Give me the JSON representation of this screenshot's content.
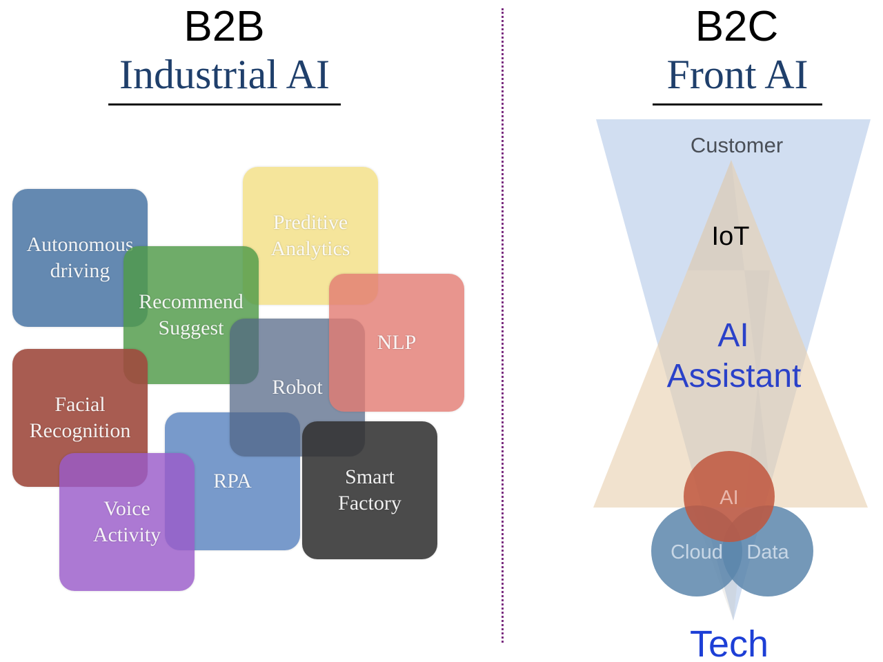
{
  "left": {
    "heading": "B2B",
    "subheading": "Industrial AI",
    "tiles": {
      "autonomous": [
        "Autonomous",
        "driving"
      ],
      "predictive": [
        "Preditive",
        "Analytics"
      ],
      "recommend": [
        "Recommend",
        "Suggest"
      ],
      "nlp": [
        "NLP"
      ],
      "robot": [
        "Robot"
      ],
      "facial": [
        "Facial",
        "Recognition"
      ],
      "rpa": [
        "RPA"
      ],
      "smart": [
        "Smart",
        "Factory"
      ],
      "voice": [
        "Voice",
        "Activity"
      ]
    },
    "colors": {
      "autonomous": "#4f79a6",
      "predictive": "#f3e08a",
      "recommend": "#4f9a48",
      "nlp": "#e27a72",
      "robot": "#5f7593",
      "facial": "#9e4a3e",
      "rpa": "#6b8fc4",
      "smart": "#3f3f3f",
      "voice": "#9a5cc9"
    }
  },
  "right": {
    "heading": "B2C",
    "subheading": "Front AI",
    "customer": "Customer",
    "iot": "IoT",
    "ai_assistant_line1": "AI",
    "ai_assistant_line2": "Assistant",
    "circle_ai": "AI",
    "circle_cloud": "Cloud",
    "circle_data": "Data",
    "tech": "Tech",
    "colors": {
      "funnel_blue": "#c9d8ee",
      "funnel_orange": "#ecd9c0",
      "assistant_text": "#2a41c9",
      "tech_text": "#1d3fd6",
      "circle_ai": "#c0563d",
      "circle_cloud": "#5c86ac"
    }
  }
}
